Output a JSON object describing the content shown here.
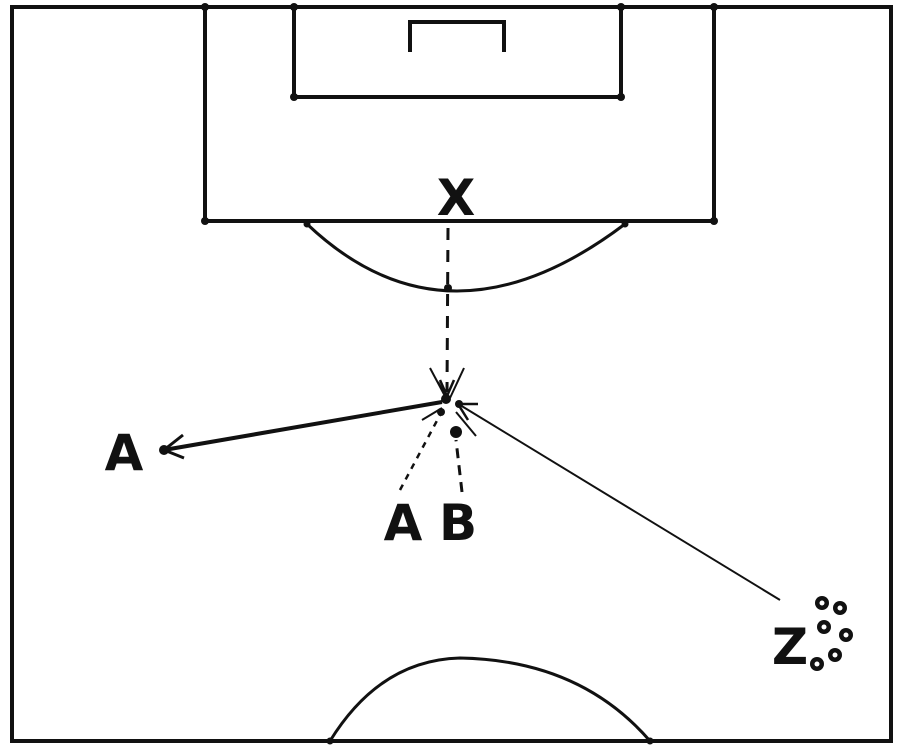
{
  "labels": {
    "x": "X",
    "a_left": "A",
    "a_bottom": "A",
    "b": "B",
    "z": "Z"
  },
  "colors": {
    "ink": "#111111",
    "background": "#ffffff"
  }
}
